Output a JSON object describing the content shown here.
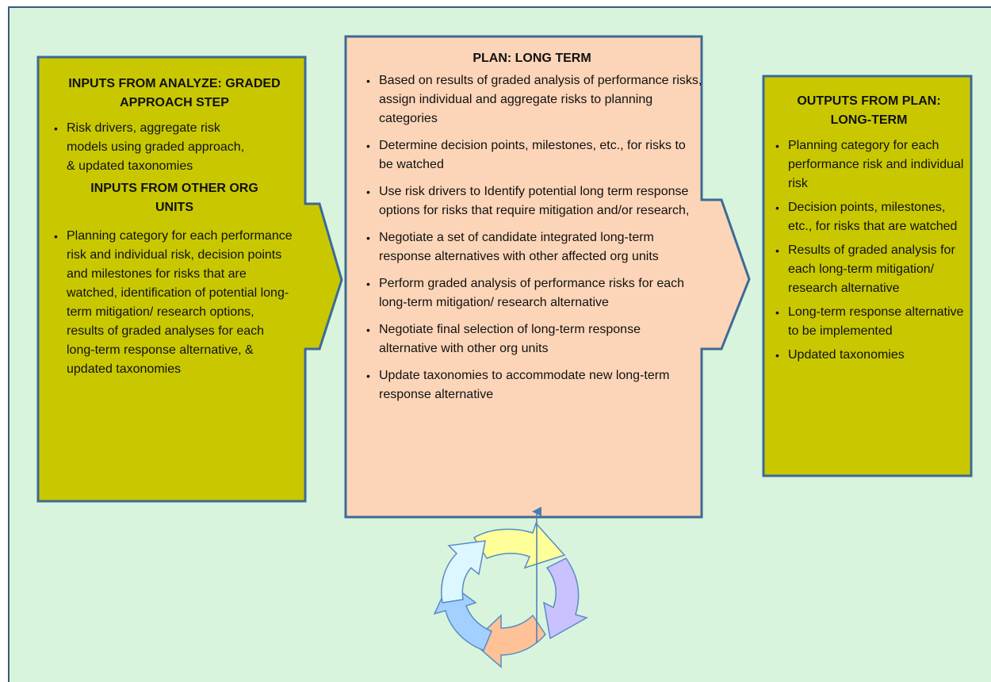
{
  "colors": {
    "background": "#d8f4dc",
    "frame_border": "#3a5a7a",
    "input_fill": "#c9c800",
    "plan_fill": "#fcd5b8",
    "output_fill": "#c9c800",
    "box_border": "#3d6a96",
    "cycle_colors": [
      "#ffff9a",
      "#c9c2ff",
      "#ffc196",
      "#a2d0ff",
      "#dcf7ff"
    ]
  },
  "left_box": {
    "title1": "INPUTS FROM ANALYZE: GRADED APPROACH STEP",
    "items1": [
      "Risk drivers, aggregate risk models using graded approach, & updated taxonomies"
    ],
    "title2": "INPUTS FROM OTHER ORG UNITS",
    "items2": [
      "Planning category for each performance risk and individual risk, decision points and milestones for risks that are watched, identification of potential long-term mitigation/ research options, results of graded analyses for each long-term response alternative, & updated taxonomies"
    ]
  },
  "center_box": {
    "title": "PLAN: LONG TERM",
    "items": [
      "Based on results of graded analysis of performance risks, assign individual and aggregate risks to planning categories",
      "Determine decision points, milestones, etc., for risks to be watched",
      "Use risk drivers to Identify potential long term response options for risks that require mitigation and/or research,",
      "Negotiate a set of candidate integrated long-term response alternatives with other affected org units",
      "Perform graded analysis of performance risks for each long-term mitigation/ research alternative",
      "Negotiate final selection of long-term response alternative with other org units",
      "Update taxonomies to accommodate new long-term  response alternative"
    ]
  },
  "right_box": {
    "title": "OUTPUTS FROM PLAN: LONG-TERM",
    "items": [
      "Planning category for each performance risk and individual risk",
      "Decision points, milestones, etc., for risks that are watched",
      "Results of graded analysis for each long-term mitigation/ research alternative",
      "Long-term response alternative to be implemented",
      "Updated taxonomies"
    ]
  }
}
